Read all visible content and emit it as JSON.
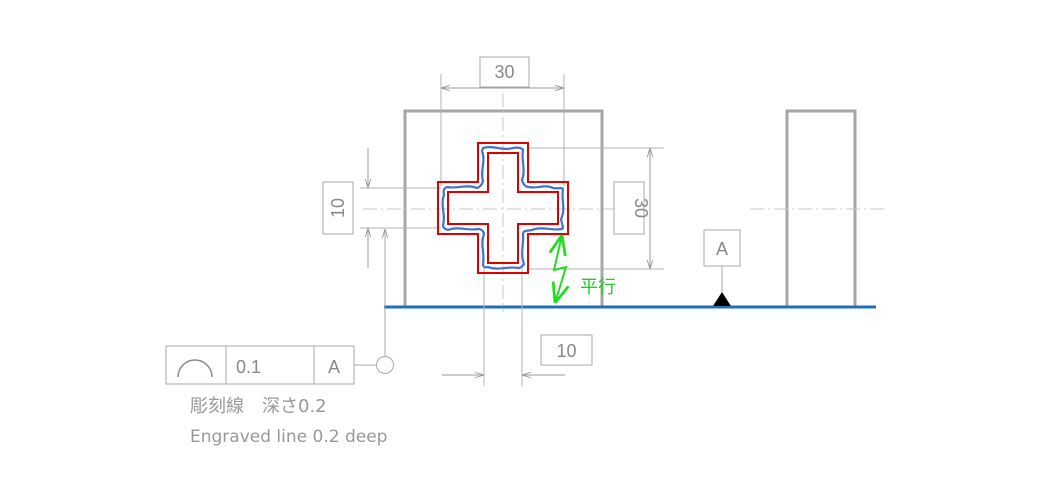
{
  "dimensions": {
    "top_width": "30",
    "left_arm_height": "10",
    "right_height": "30",
    "bottom_width": "10"
  },
  "datum": {
    "label": "A"
  },
  "feature_control_frame": {
    "symbol": "profile-of-a-line-icon",
    "tolerance": "0.1",
    "datum": "A"
  },
  "annotations": {
    "parallel": "平行",
    "note_japanese": "彫刻線　深さ0.2",
    "note_english": "Engraved line 0.2 deep"
  },
  "colors": {
    "outline": "#a6a6a6",
    "dimension": "#b3b3b3",
    "cross_tolerance": "#e00000",
    "cross_actual": "#4472c4",
    "datum_line": "#1f6fbf",
    "parallel_arrow": "#22dd22",
    "text": "#888888"
  }
}
